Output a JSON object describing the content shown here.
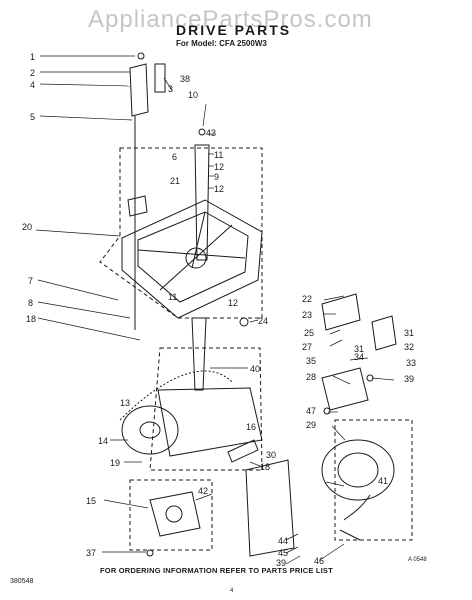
{
  "header": {
    "watermark": "AppliancePartsPros.com",
    "title": "DRIVE PARTS",
    "model_line": "For Model: CFA 2500W3"
  },
  "footer": {
    "ordering_note": "FOR ORDERING INFORMATION REFER TO PARTS PRICE LIST",
    "code_left": "380548",
    "code_right": "A 0548",
    "page_mark": "4"
  },
  "callouts": [
    "1",
    "2",
    "4",
    "5",
    "3",
    "6",
    "38",
    "10",
    "43",
    "11",
    "12",
    "9",
    "12",
    "21",
    "20",
    "11",
    "12",
    "24",
    "7",
    "8",
    "18",
    "22",
    "23",
    "25",
    "27",
    "31",
    "31",
    "34",
    "32",
    "33",
    "35",
    "28",
    "39",
    "13",
    "40",
    "47",
    "29",
    "14",
    "16",
    "19",
    "18",
    "30",
    "41",
    "15",
    "42",
    "37",
    "44",
    "45",
    "39",
    "46"
  ]
}
